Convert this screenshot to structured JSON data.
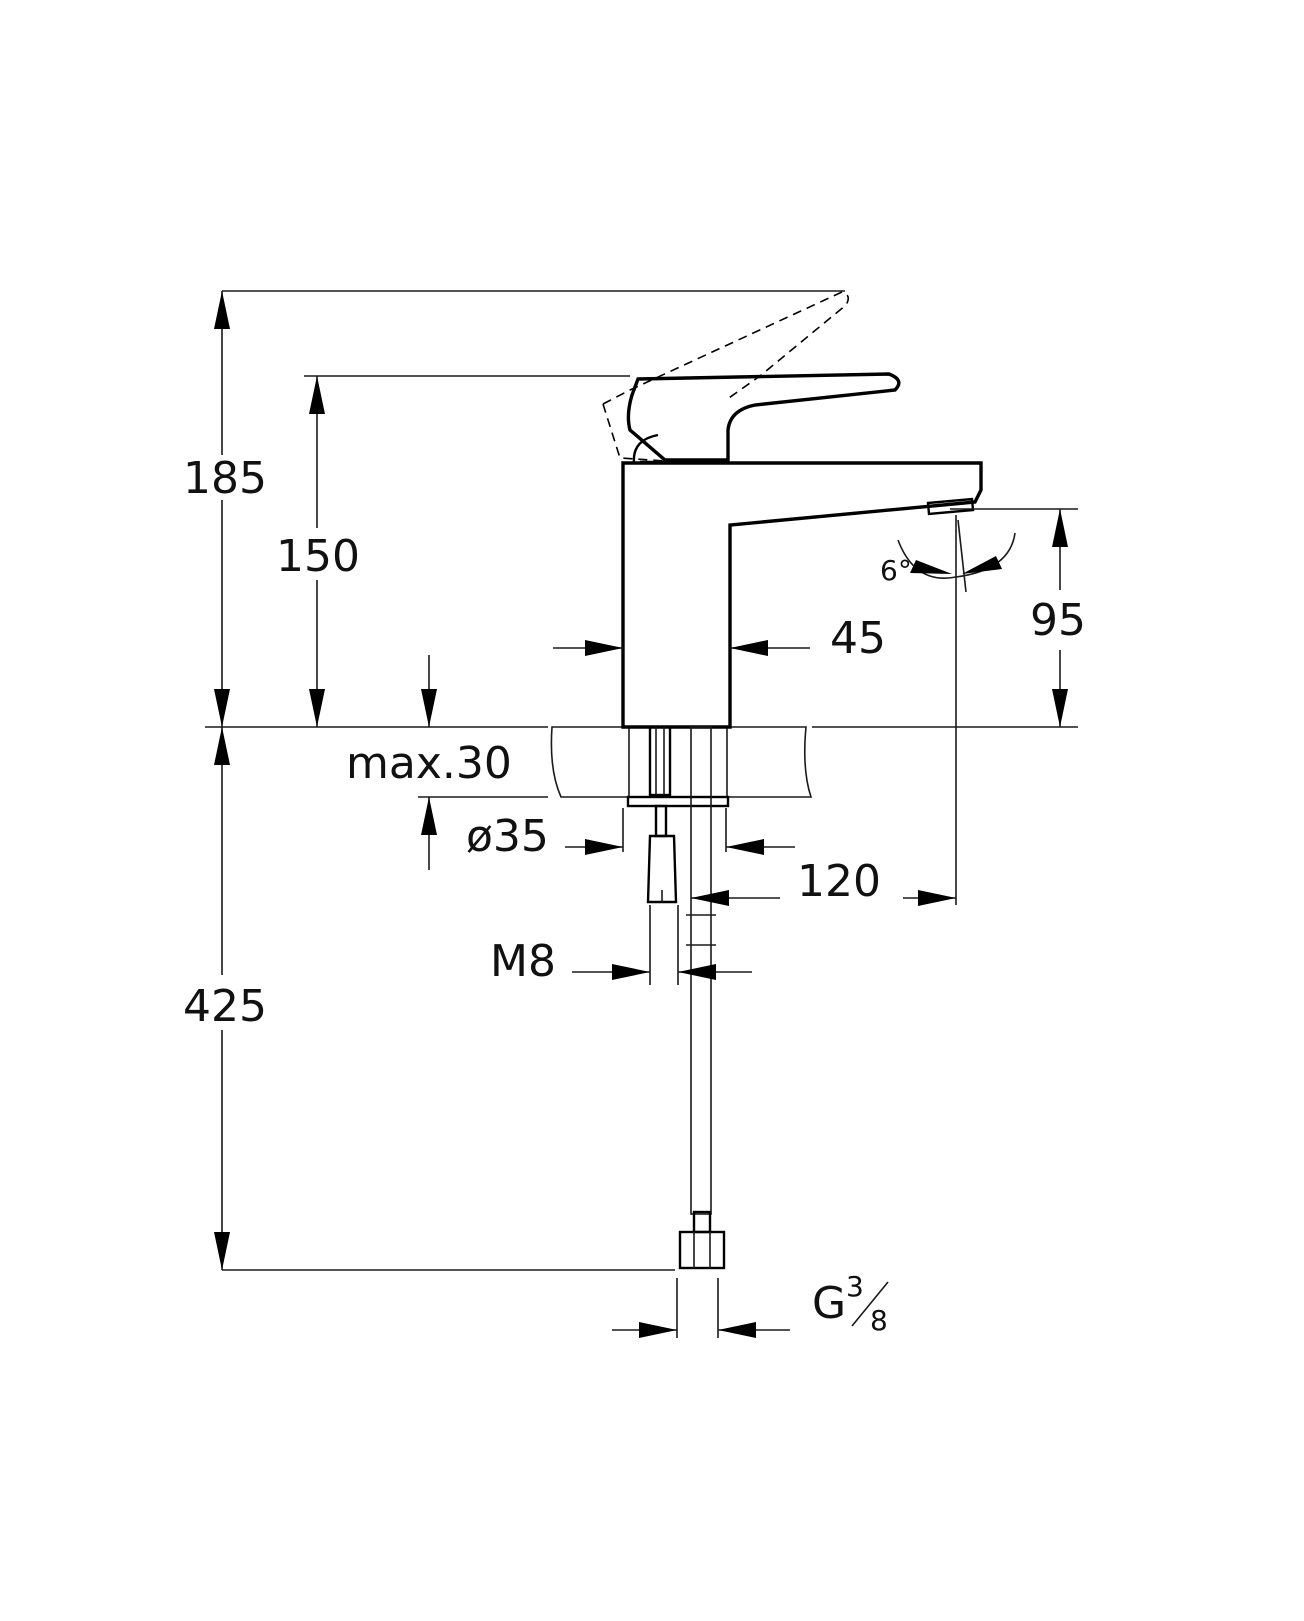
{
  "dimensions": {
    "overall_height": "185",
    "body_height": "150",
    "spout_height": "95",
    "body_width": "45",
    "max_deck": "max.30",
    "hole_diameter": "ø35",
    "spout_reach": "120",
    "stud_thread": "M8",
    "hose_length": "425",
    "connection_g": "G",
    "connection_num": "3",
    "connection_den": "8",
    "swivel_angle": "6°"
  },
  "colors": {
    "line": "#000000",
    "background": "#ffffff"
  }
}
